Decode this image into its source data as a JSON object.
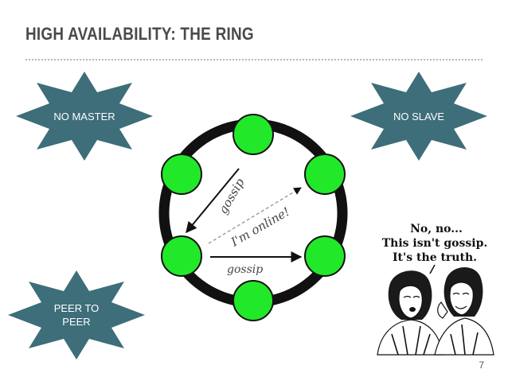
{
  "slide": {
    "title": "HIGH AVAILABILITY: THE RING",
    "page_number": "7"
  },
  "badges": [
    {
      "label_lines": [
        "NO MASTER"
      ]
    },
    {
      "label_lines": [
        "NO SLAVE"
      ]
    },
    {
      "label_lines": [
        "PEER TO",
        "PEER"
      ]
    }
  ],
  "ring": {
    "node_count": 6,
    "node_color": "#22e82a",
    "ring_color": "#111111"
  },
  "messages": {
    "gossip_diagonal": "gossip",
    "online": "I'm online!",
    "gossip_horizontal": "gossip"
  },
  "cartoon": {
    "speech_lines": [
      "No, no...",
      "This isn't gossip.",
      "It's the truth."
    ]
  },
  "colors": {
    "badge_fill": "#3d6e7a",
    "badge_text": "#ffffff",
    "title_text": "#4a4a4a"
  }
}
